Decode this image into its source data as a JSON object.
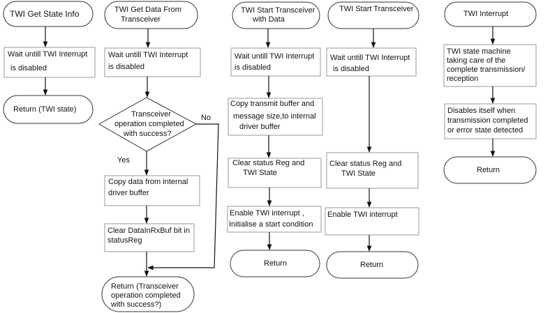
{
  "colors": {
    "stroke": "#333333",
    "box_stroke": "#999999",
    "text": "#111111",
    "background": "#ffffff"
  },
  "col1": {
    "start": "TWI Get State Info",
    "wait": [
      "Wait untill TWI Interrupt",
      "is disabled"
    ],
    "end": "Return (TWI state)"
  },
  "col2": {
    "start": [
      "TWI Get Data From",
      "Transceiver"
    ],
    "wait": [
      "Wait untill TWI Interrupt",
      "is disabled"
    ],
    "decision": [
      "Transceiver",
      "operation completed",
      "with success?"
    ],
    "no_label": "No",
    "yes_label": "Yes",
    "copy": [
      "Copy data from internal",
      "driver buffer"
    ],
    "clear": [
      "Clear DataInRxBuf bit in",
      "statusReg"
    ],
    "end": [
      "Return (Transceiver",
      "operation completed",
      "with success?)"
    ]
  },
  "col3": {
    "start": [
      "TWI Start Transceiver",
      "with Data"
    ],
    "wait": [
      "Wait untill TWI Interrupt",
      "is disabled"
    ],
    "copy": [
      "Copy transmit buffer and",
      "message size,to internal",
      "driver buffer"
    ],
    "clear": [
      "Clear status Reg and",
      "TWI State"
    ],
    "enable": [
      "Enable TWI interrupt ,",
      "Initialise a start condition"
    ],
    "end": "Return"
  },
  "col4": {
    "start": "TWI Start Transceiver",
    "wait": [
      "Wait untill TWI Interrupt",
      "is disabled"
    ],
    "clear": [
      "Clear status Reg and",
      "TWI State"
    ],
    "enable": "Enable TWI interrupt",
    "end": "Return"
  },
  "col5": {
    "start": "TWI Interrupt",
    "machine": [
      "TWI state machine",
      "taking care of the",
      "complete transmission/",
      "reception"
    ],
    "disable": [
      "Disables itself when",
      "transmission completed",
      "or error state detected"
    ],
    "end": "Return"
  }
}
